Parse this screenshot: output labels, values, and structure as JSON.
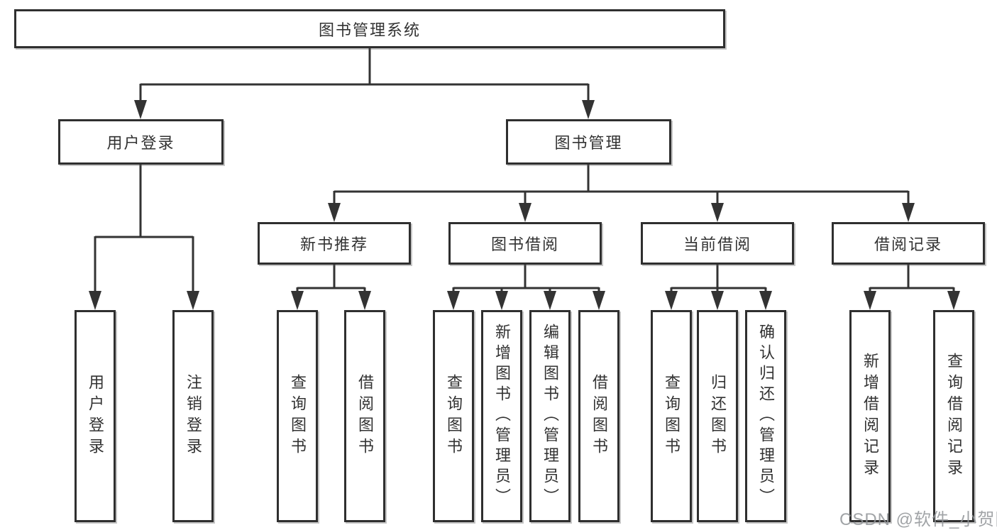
{
  "diagram": {
    "root": {
      "label": "图书管理系统"
    },
    "branches": [
      {
        "label": "用户登录",
        "children": [
          {
            "label": "用户登录"
          },
          {
            "label": "注销登录"
          }
        ]
      },
      {
        "label": "图书管理",
        "children": [
          {
            "label": "新书推荐",
            "children": [
              {
                "label": "查询图书"
              },
              {
                "label": "借阅图书"
              }
            ]
          },
          {
            "label": "图书借阅",
            "children": [
              {
                "label": "查询图书"
              },
              {
                "label": "新增图书（管理员）"
              },
              {
                "label": "编辑图书（管理员）"
              },
              {
                "label": "借阅图书"
              }
            ]
          },
          {
            "label": "当前借阅",
            "children": [
              {
                "label": "查询图书"
              },
              {
                "label": "归还图书"
              },
              {
                "label": "确认归还（管理员）"
              }
            ]
          },
          {
            "label": "借阅记录",
            "children": [
              {
                "label": "新增借阅记录"
              },
              {
                "label": "查询借阅记录"
              }
            ]
          }
        ]
      }
    ],
    "watermark": "CSDN @软件_小贺同学",
    "colors": {
      "line": "#333333",
      "box_border": "#2f2f2f",
      "text": "#323232",
      "background": "#ffffff",
      "watermark": "#919498"
    }
  }
}
